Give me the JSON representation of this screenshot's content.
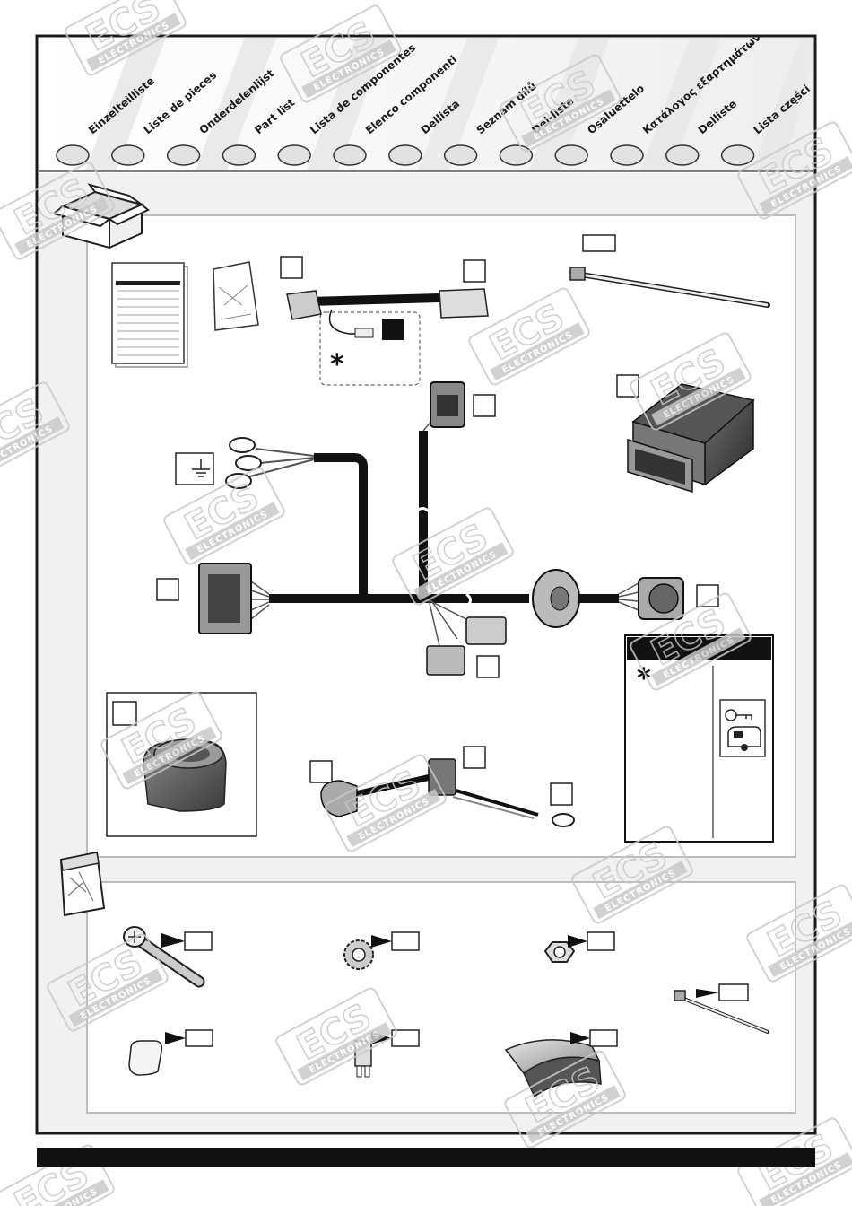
{
  "languages": [
    {
      "label": "Einzelteilliste"
    },
    {
      "label": "Liste de pieces"
    },
    {
      "label": "Onderdelenlijst"
    },
    {
      "label": "Part list"
    },
    {
      "label": "Lista de componentes"
    },
    {
      "label": "Elenco componenti"
    },
    {
      "label": "Dellista"
    },
    {
      "label": "Seznam dílů"
    },
    {
      "label": "Del-liste"
    },
    {
      "label": "Osaluettelo"
    },
    {
      "label": "Κατάλογος εξαρτημάτων"
    },
    {
      "label": "Delliste"
    },
    {
      "label": "Lista części"
    }
  ],
  "watermark": {
    "brand": "ECS",
    "sub": "ELECTRONICS"
  },
  "notes": {
    "optional_marker": "*",
    "legend_marker": "*"
  },
  "icons": [
    "box-icon",
    "bag-icon",
    "ground-icon",
    "key-icon",
    "caravan-icon"
  ],
  "colors": {
    "frame": "#1a1a1a",
    "band": "#111111",
    "header_bg": "#f4f4f4",
    "inner_border": "#bdbdbd",
    "checkbox_fill": "#e2e2e2",
    "watermark": "#c9c9c9"
  }
}
